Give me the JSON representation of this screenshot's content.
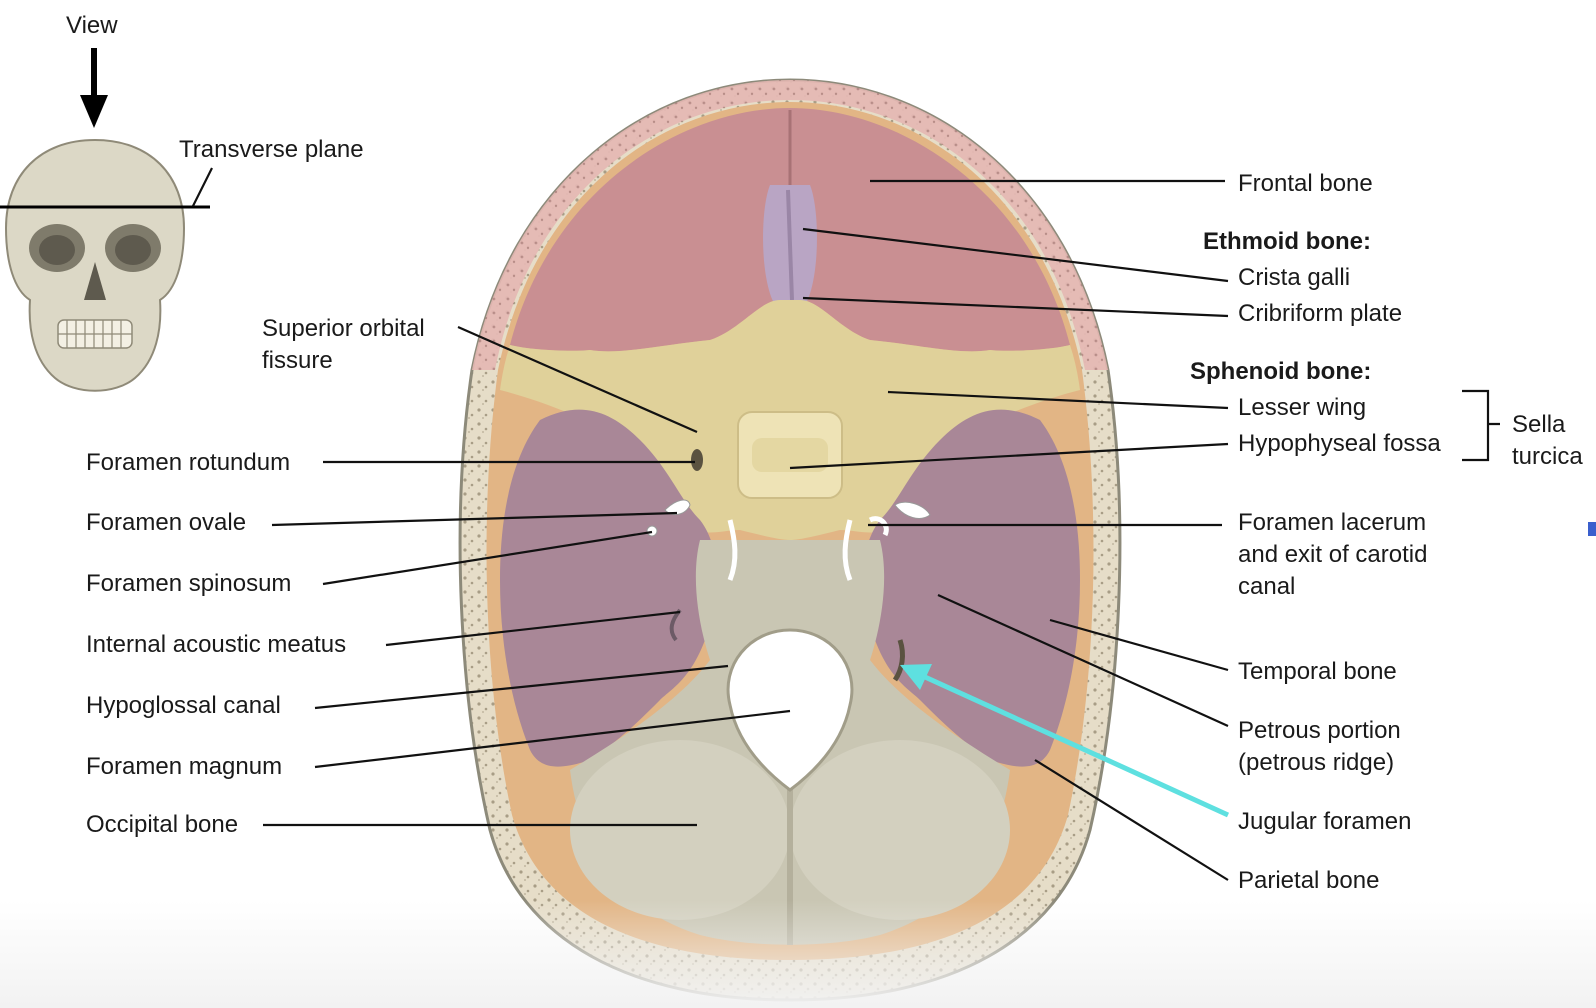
{
  "view": {
    "label": "View",
    "plane_label": "Transverse plane"
  },
  "labels_left": {
    "superior_orbital_fissure": [
      "Superior orbital",
      "fissure"
    ],
    "foramen_rotundum": "Foramen rotundum",
    "foramen_ovale": "Foramen ovale",
    "foramen_spinosum": "Foramen spinosum",
    "internal_acoustic_meatus": "Internal acoustic meatus",
    "hypoglossal_canal": "Hypoglossal canal",
    "foramen_magnum": "Foramen magnum",
    "occipital_bone": "Occipital bone"
  },
  "labels_right": {
    "frontal_bone": "Frontal bone",
    "ethmoid_header": "Ethmoid bone:",
    "crista_galli": "Crista galli",
    "cribriform_plate": "Cribriform plate",
    "sphenoid_header": "Sphenoid bone:",
    "lesser_wing": "Lesser wing",
    "hypophyseal_fossa": "Hypophyseal fossa",
    "sella_turcica": [
      "Sella",
      "turcica"
    ],
    "foramen_lacerum": [
      "Foramen lacerum",
      "and exit of carotid",
      "canal"
    ],
    "temporal_bone": "Temporal bone",
    "petrous_portion": [
      "Petrous portion",
      "(petrous ridge)"
    ],
    "jugular_foramen": "Jugular foramen",
    "parietal_bone": "Parietal bone"
  },
  "colors": {
    "frontal": "#c98f92",
    "sphenoid": "#e0d19a",
    "temporal": "#a98797",
    "occipital": "#c9c6b3",
    "parietal": "#e2b585",
    "highlight_arrow": "#5ee0e0"
  },
  "icons": [
    "skull-front-icon",
    "view-arrow-icon"
  ]
}
